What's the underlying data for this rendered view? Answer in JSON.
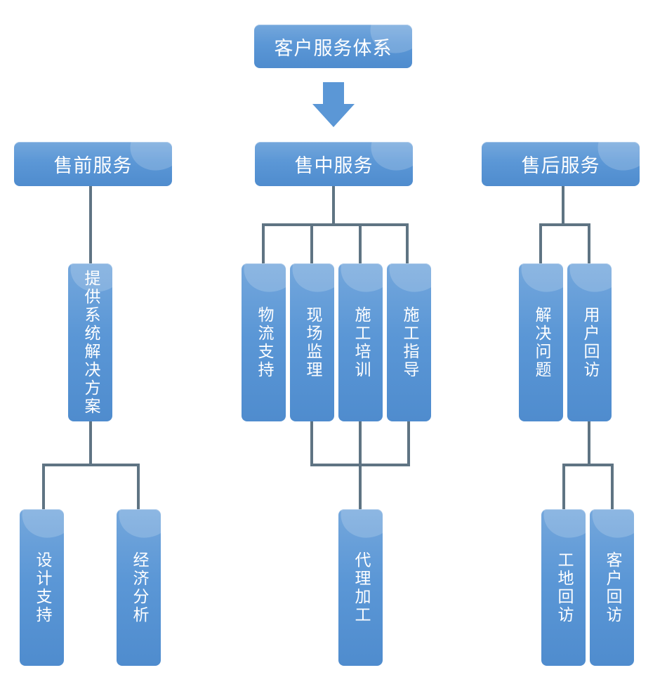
{
  "title": "客户服务体系",
  "arrow_icon": "down-arrow-icon",
  "colors": {
    "box": "#5b97d6",
    "line": "#5f7483",
    "arrow": "#5b97d6"
  },
  "branches": {
    "pre_sale": {
      "label": "售前服务",
      "solution": "提供系统解决方案",
      "children": [
        "设计支持",
        "经济分析"
      ]
    },
    "in_sale": {
      "label": "售中服务",
      "children": [
        "物流支持",
        "现场监理",
        "施工培训",
        "施工指导"
      ],
      "sub": "代理加工"
    },
    "after_sale": {
      "label": "售后服务",
      "children": [
        "解决问题",
        "用户回访"
      ],
      "sub": [
        "工地回访",
        "客户回访"
      ]
    }
  }
}
